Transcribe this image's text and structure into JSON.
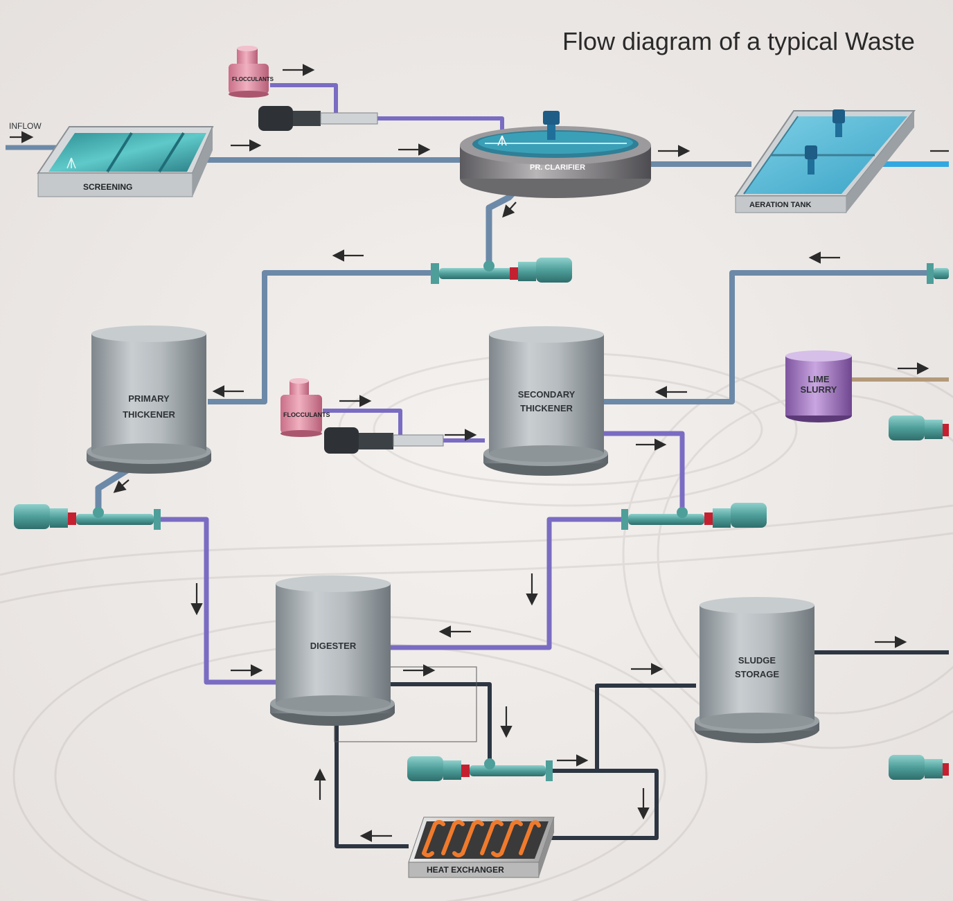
{
  "diagram": {
    "title": "Flow diagram of a typical  Waste",
    "inflow_label": "INFLOW",
    "colors": {
      "background": "#f1eeec",
      "pipe_main": "#6c89a8",
      "pipe_sludge": "#7a6cc2",
      "pipe_dark": "#2d3642",
      "pipe_water": "#33a8e0",
      "pipe_lime": "#b39a7a",
      "tank_gray": "#a9b0b4",
      "flocculant_pink": "#d9889e",
      "lime_purple": "#a47ac0",
      "pump_teal": "#4e9e9a",
      "heater_orange": "#f07a2c"
    },
    "units": {
      "screening": "SCREENING",
      "clarifier": "PR. CLARIFIER",
      "aeration": "AERATION TANK",
      "flocculants_1": "FLOCCULANTS",
      "flocculants_2": "FLOCCULANTS",
      "primary_thickener": [
        "PRIMARY",
        "THICKENER"
      ],
      "secondary_thickener": [
        "SECONDARY",
        "THICKENER"
      ],
      "lime_slurry": [
        "LIME",
        "SLURRY"
      ],
      "digester": "DIGESTER",
      "sludge_storage": [
        "SLUDGE",
        "STORAGE"
      ],
      "heat_exchanger": "HEAT EXCHANGER"
    },
    "icons": [
      "flow-arrow-icon",
      "pump-icon",
      "motor-icon",
      "mixer-icon",
      "spray-nozzle-icon"
    ]
  }
}
